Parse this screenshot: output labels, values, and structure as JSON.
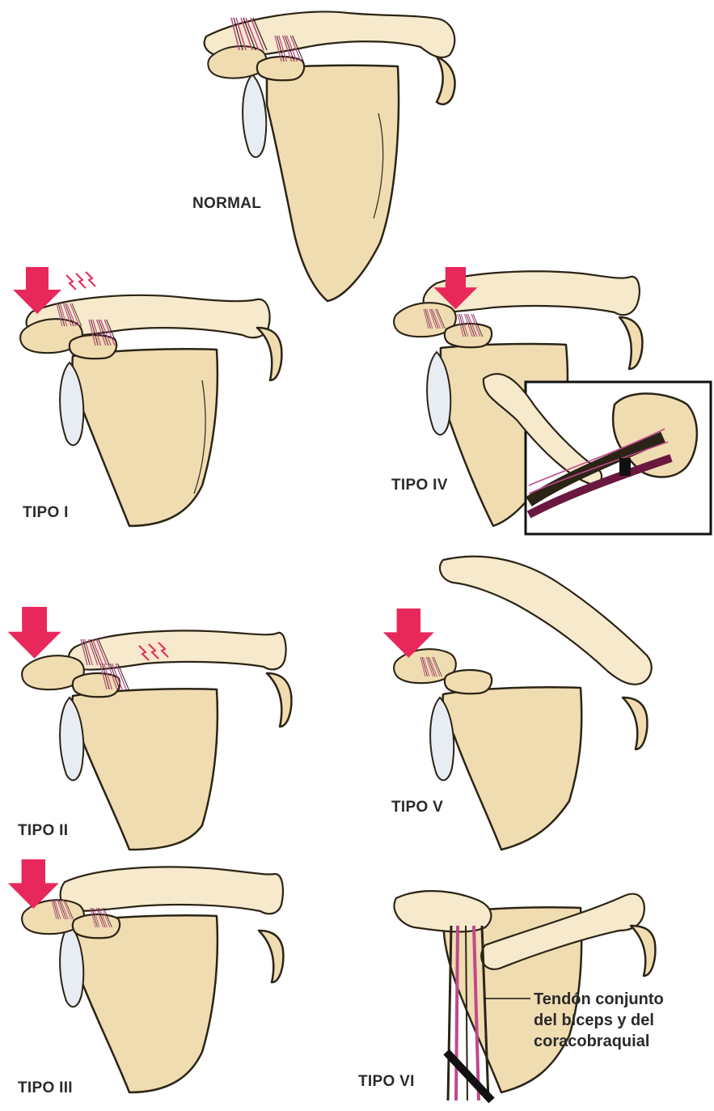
{
  "figure": {
    "panels": [
      {
        "id": "normal",
        "label": "NORMAL"
      },
      {
        "id": "tipo-i",
        "label": "TIPO I"
      },
      {
        "id": "tipo-ii",
        "label": "TIPO II"
      },
      {
        "id": "tipo-iii",
        "label": "TIPO III"
      },
      {
        "id": "tipo-iv",
        "label": "TIPO IV"
      },
      {
        "id": "tipo-v",
        "label": "TIPO V"
      },
      {
        "id": "tipo-vi",
        "label": "TIPO VI"
      }
    ],
    "annotation": {
      "line1": "Tendón conjunto",
      "line2": "del bíceps y del",
      "line3": "coracobraquial"
    },
    "colors": {
      "bone": "#f0dcb1",
      "ligament": "#c2488a",
      "arrow": "#e8285a",
      "outline": "#2b2416",
      "glenoid": "#e8edf3"
    }
  }
}
